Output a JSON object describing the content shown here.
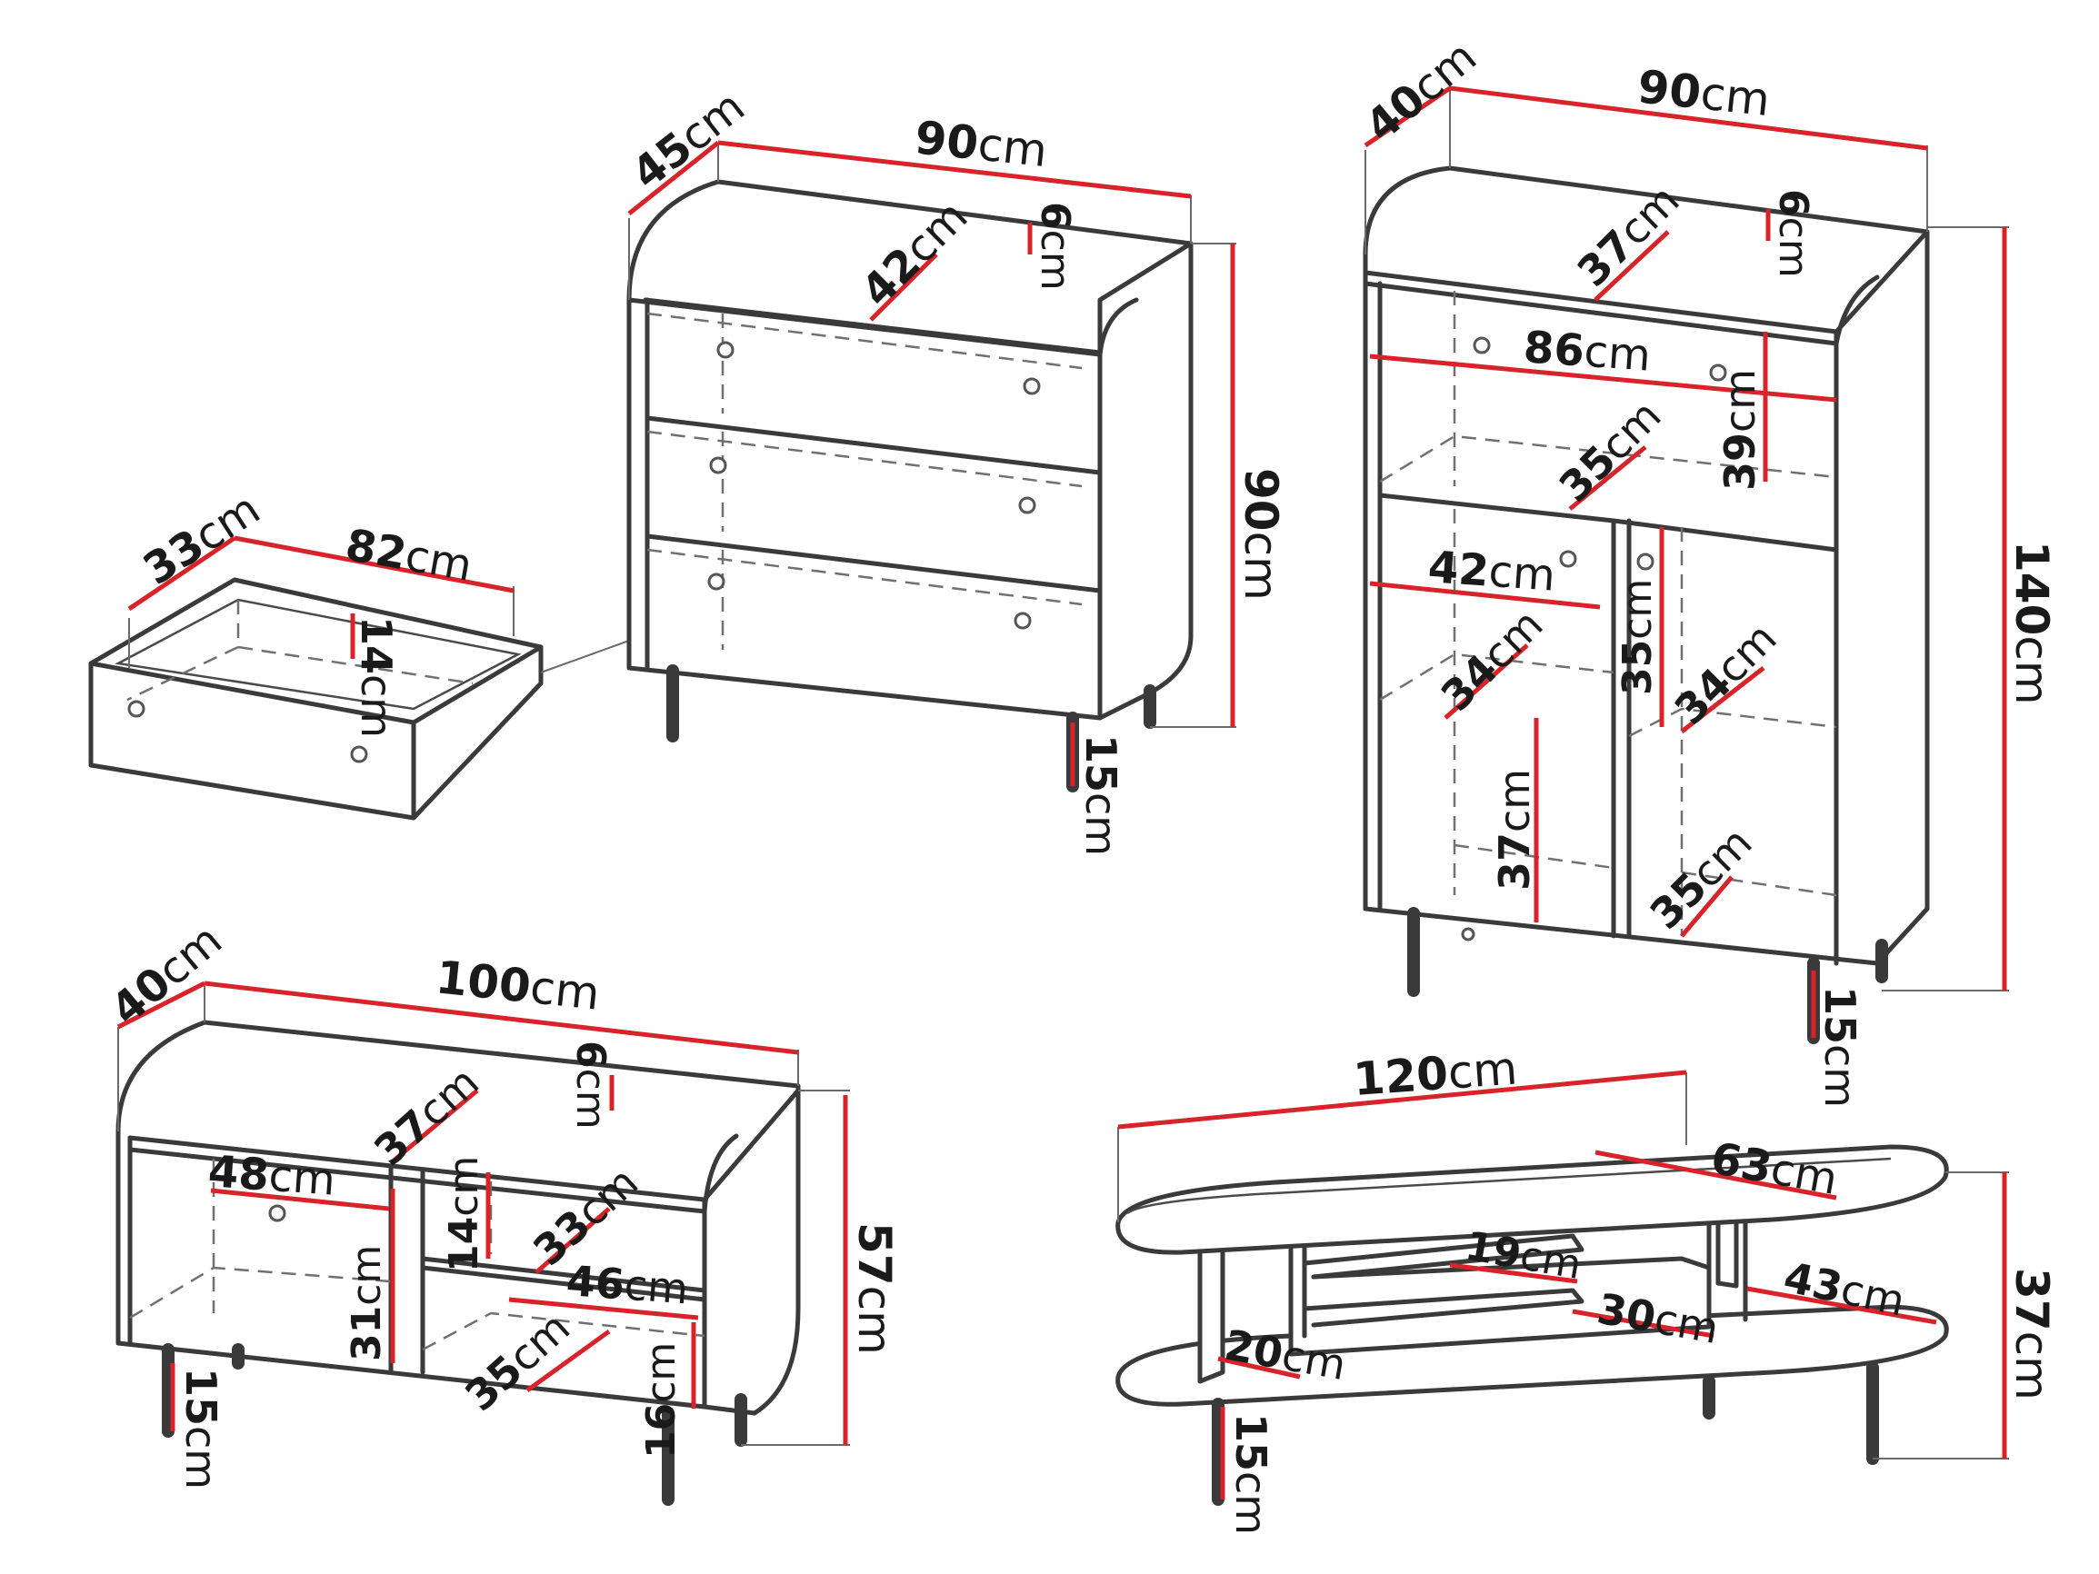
{
  "labels": {
    "drawer": {
      "depth": "33",
      "width": "82",
      "height": "14",
      "unit": "cm"
    },
    "chest": {
      "depth": "45",
      "width": "90",
      "height": "90",
      "leg": "15",
      "inner_depth": "42",
      "top_gap": "6",
      "unit": "cm"
    },
    "cabinet": {
      "depth": "40",
      "width": "90",
      "height": "140",
      "leg": "15",
      "top_depth": "37",
      "top_gap": "6",
      "inner_width": "86",
      "shelf_depth": "35",
      "shelf_height": "39",
      "left_width": "42",
      "left_shelf_depth": "34",
      "mid_height": "35",
      "right_shelf_depth": "34",
      "low_height": "37",
      "low_depth": "35",
      "unit": "cm"
    },
    "tv": {
      "depth": "40",
      "width": "100",
      "height": "57",
      "leg": "15",
      "top_depth": "37",
      "top_gap": "6",
      "left_width": "48",
      "left_height": "31",
      "mid_height": "14",
      "mid_depth": "33",
      "right_width": "46",
      "right_depth": "35",
      "right_height": "16",
      "unit": "cm"
    },
    "table": {
      "width": "120",
      "top_depth": "63",
      "shelf_width": "19",
      "shelf_depth": "30",
      "side_depth": "43",
      "low_depth": "20",
      "height": "37",
      "leg": "15",
      "unit": "cm"
    }
  }
}
